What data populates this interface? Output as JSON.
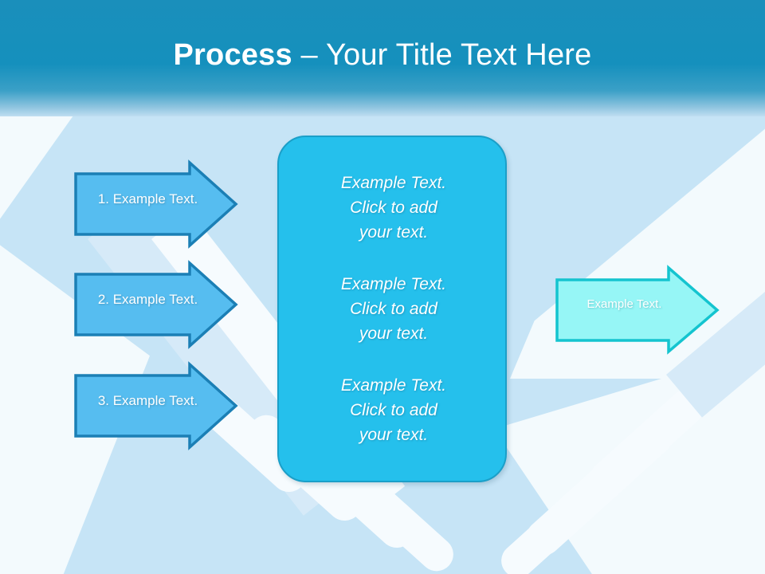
{
  "slide": {
    "header": {
      "title_bold": "Process",
      "title_rest": " – Your Title Text Here",
      "bg_color_top": "#1a8fbb",
      "bg_color_bottom": "#bfdef1"
    },
    "background": {
      "base_color": "#c6e4f6",
      "accent_color": "#f3fafd",
      "artwork_name": "handshake-illustration"
    },
    "left_arrows": [
      {
        "label": "1. Example Text.",
        "fill": "#56bdf0",
        "stroke": "#1b7fb5"
      },
      {
        "label": "2. Example Text.",
        "fill": "#56bdf0",
        "stroke": "#1b7fb5"
      },
      {
        "label": "3. Example Text.",
        "fill": "#56bdf0",
        "stroke": "#1b7fb5"
      }
    ],
    "center_box": {
      "fill": "#25c0ec",
      "stroke": "#1b9fc8",
      "paragraphs": [
        "Example Text.\nClick  to add\nyour text.",
        "Example Text.\nClick  to add\nyour text.",
        "Example Text.\nClick  to add\nyour text."
      ]
    },
    "right_arrow": {
      "label": "Example Text.",
      "fill": "#96f6f6",
      "stroke": "#14c4cf"
    }
  }
}
